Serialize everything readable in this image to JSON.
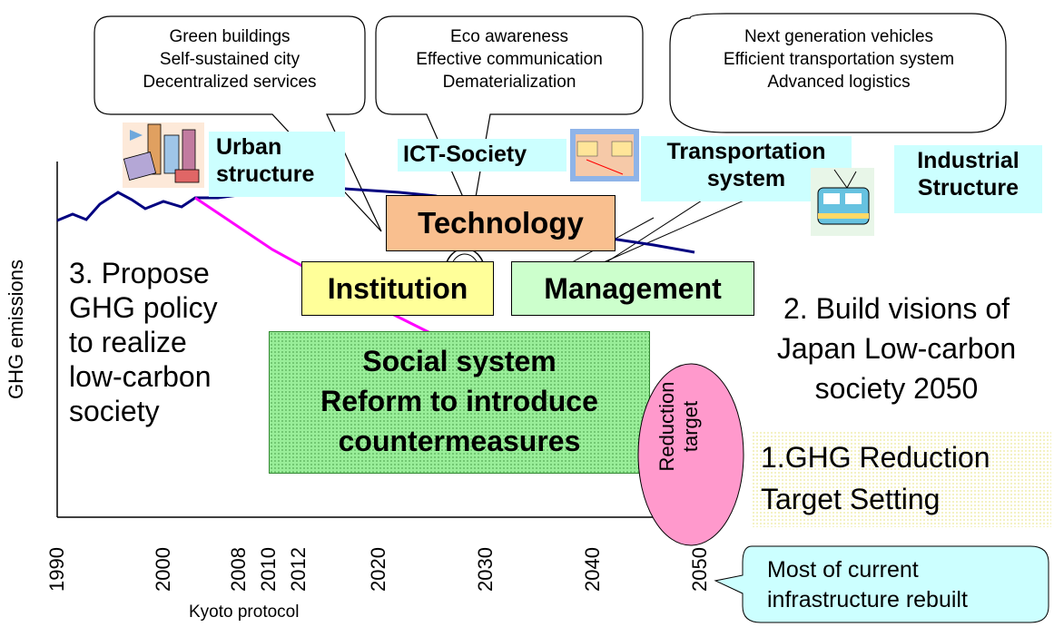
{
  "bubbles": {
    "urban": [
      "Green buildings",
      "Self-sustained city",
      "Decentralized services"
    ],
    "ict": [
      "Eco awareness",
      "Effective communication",
      "Dematerialization"
    ],
    "transport": [
      "Next generation vehicles",
      "Efficient transportation system",
      "Advanced logistics"
    ]
  },
  "categories": {
    "urban": [
      "Urban",
      "structure"
    ],
    "ict": "ICT-Society",
    "transport": [
      "Transportation",
      "system"
    ],
    "industrial": [
      "Industrial",
      "Structure"
    ]
  },
  "pillars": {
    "technology": "Technology",
    "institution": "Institution",
    "management": "Management"
  },
  "social_box": [
    "Social system",
    "Reform to introduce",
    "countermeasures"
  ],
  "reduction_target": [
    "Reduction",
    "target"
  ],
  "steps": {
    "step3": [
      "3. Propose",
      "GHG policy",
      "to realize",
      "low-carbon",
      "society"
    ],
    "step2": [
      "2. Build visions of",
      "Japan Low-carbon",
      "society 2050"
    ],
    "step1": [
      "1.GHG Reduction",
      "Target Setting"
    ]
  },
  "axis": {
    "ylabel": "GHG emissions",
    "years": [
      "1990",
      "2000",
      "2008",
      "2010",
      "2012",
      "2020",
      "2030",
      "2040",
      "2050"
    ],
    "kyoto": "Kyoto protocol"
  },
  "callout": [
    "Most of current",
    "infrastructure rebuilt"
  ],
  "colors": {
    "cyan": "#ccffff",
    "technology": "#f9bf8f",
    "institution": "#ffff99",
    "management": "#ccffcc",
    "social": "#99ee99",
    "reduction": "#ff99cc",
    "bau_line": "#000080",
    "target_line": "#ff00ff"
  }
}
